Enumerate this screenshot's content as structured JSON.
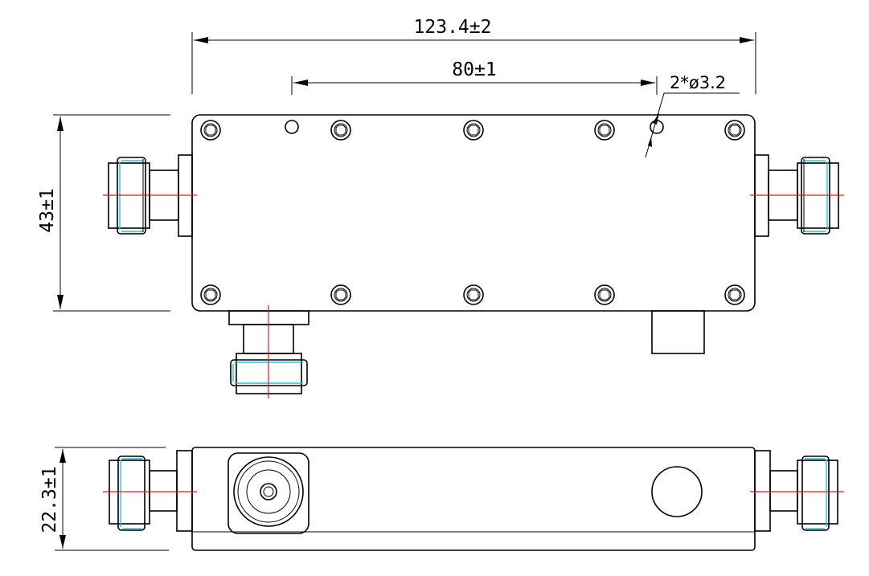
{
  "dimensions": {
    "overall_length": "123.4±2",
    "mounting_hole_spacing": "80±1",
    "mounting_hole": "2*ø3.2",
    "body_width": "43±1",
    "body_height": "22.3±1"
  },
  "colors": {
    "outline": "#000000",
    "centerline": "#e8191d",
    "connector_highlight": "#25c4d6",
    "background": "#ffffff"
  }
}
